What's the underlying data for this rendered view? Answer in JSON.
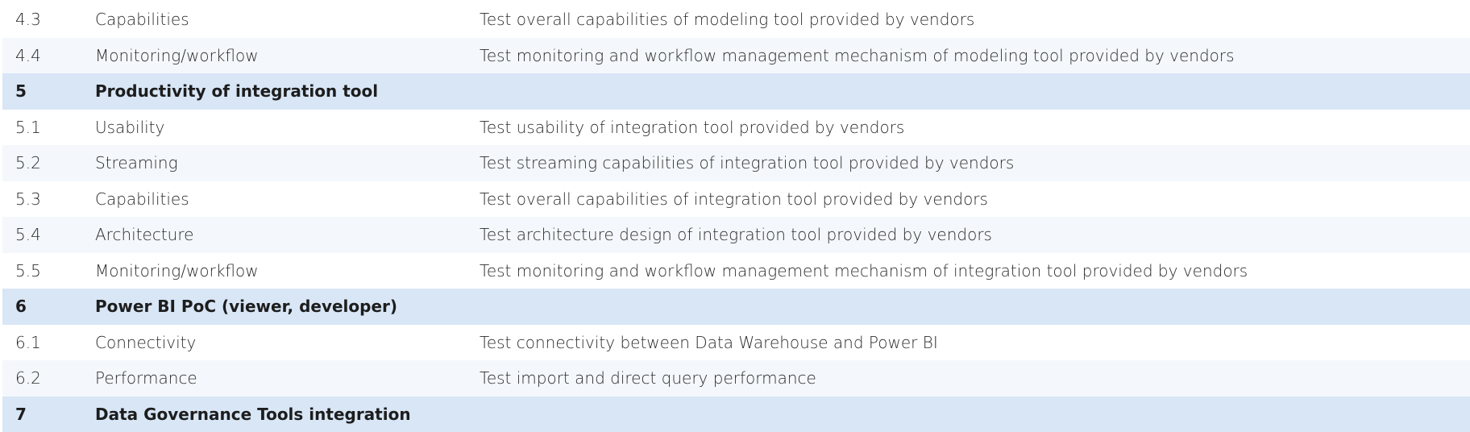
{
  "rows": [
    {
      "num": "4.3",
      "name": "Capabilities",
      "desc": "Test overall capabilities of modeling tool provided by vendors",
      "kind": "plain"
    },
    {
      "num": "4.4",
      "name": "Monitoring/workflow",
      "desc": "Test monitoring and workflow management mechanism of modeling tool provided by vendors",
      "kind": "alt"
    },
    {
      "num": "5",
      "name": "Productivity of integration tool",
      "desc": "",
      "kind": "section"
    },
    {
      "num": "5.1",
      "name": "Usability",
      "desc": "Test usability of integration tool provided by vendors",
      "kind": "plain"
    },
    {
      "num": "5.2",
      "name": "Streaming",
      "desc": "Test streaming capabilities of integration tool provided by vendors",
      "kind": "alt"
    },
    {
      "num": "5.3",
      "name": "Capabilities",
      "desc": "Test overall capabilities of integration tool provided by vendors",
      "kind": "plain"
    },
    {
      "num": "5.4",
      "name": "Architecture",
      "desc": "Test architecture design of integration tool provided by vendors",
      "kind": "alt"
    },
    {
      "num": "5.5",
      "name": "Monitoring/workflow",
      "desc": "Test monitoring and workflow management mechanism of integration tool provided by vendors",
      "kind": "plain"
    },
    {
      "num": "6",
      "name": "Power BI PoC (viewer, developer)",
      "desc": "",
      "kind": "section"
    },
    {
      "num": "6.1",
      "name": "Connectivity",
      "desc": "Test connectivity between Data Warehouse and Power BI",
      "kind": "plain"
    },
    {
      "num": "6.2",
      "name": "Performance",
      "desc": "Test import and direct query performance",
      "kind": "alt"
    },
    {
      "num": "7",
      "name": "Data Governance Tools integration",
      "desc": "",
      "kind": "section"
    }
  ],
  "colors": {
    "section_bg": "#d8e6f6",
    "alt_bg": "#f4f8fc",
    "plain_bg": "#ffffff"
  }
}
